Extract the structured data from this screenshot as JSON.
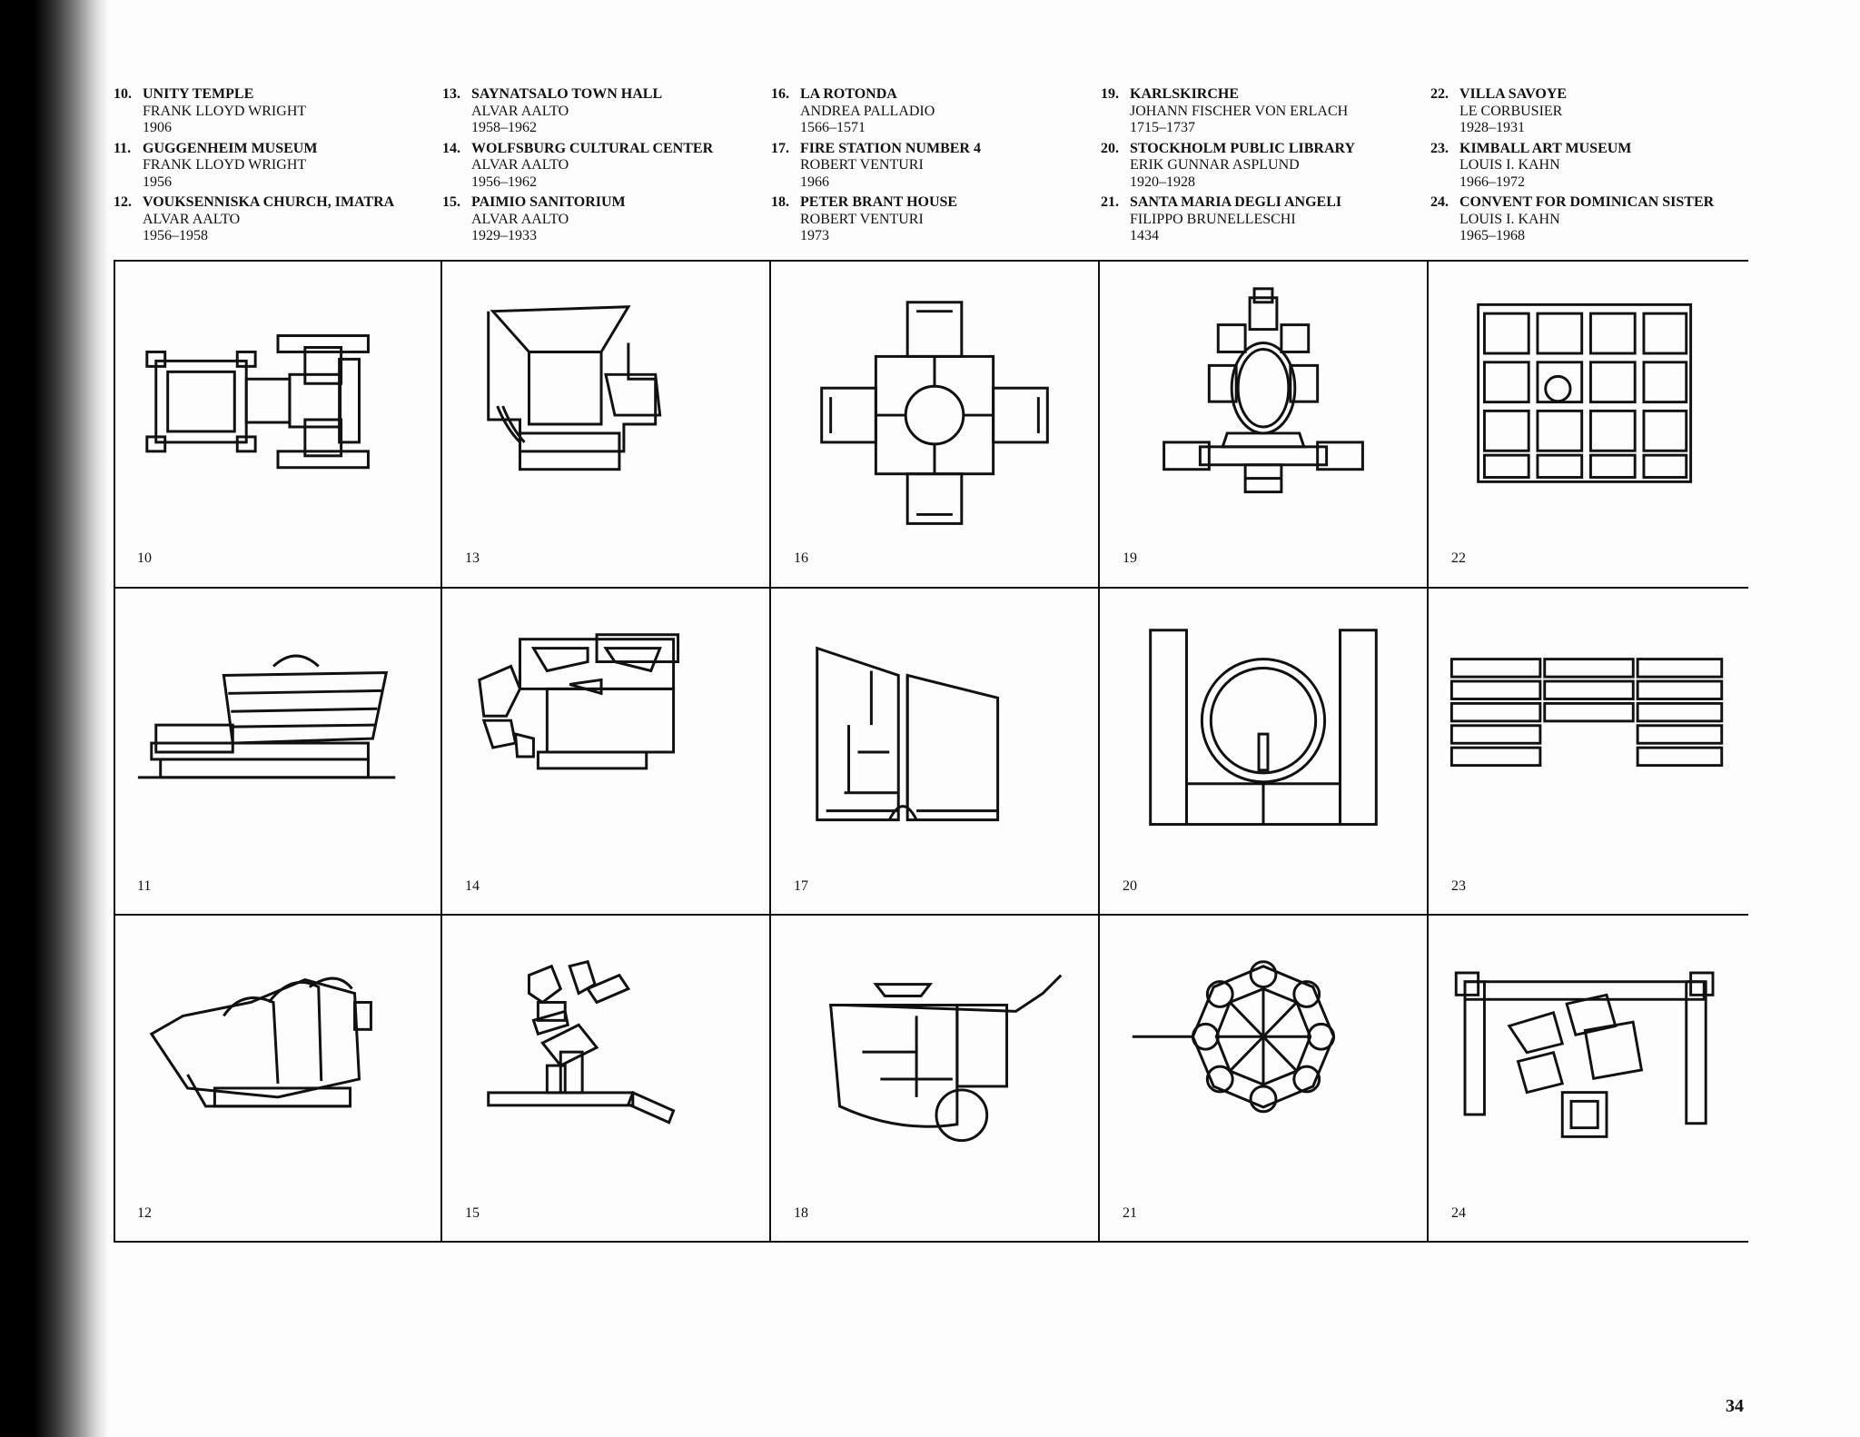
{
  "captions": [
    {
      "num": "10.",
      "title": "UNITY TEMPLE",
      "architect": "FRANK LLOYD WRIGHT",
      "date": "1906"
    },
    {
      "num": "11.",
      "title": "GUGGENHEIM MUSEUM",
      "architect": "FRANK LLOYD WRIGHT",
      "date": "1956"
    },
    {
      "num": "12.",
      "title": "VOUKSENNISKA CHURCH, IMATRA",
      "architect": "ALVAR AALTO",
      "date": "1956–1958"
    },
    {
      "num": "13.",
      "title": "SAYNATSALO TOWN HALL",
      "architect": "ALVAR AALTO",
      "date": "1958–1962"
    },
    {
      "num": "14.",
      "title": "WOLFSBURG CULTURAL CENTER",
      "architect": "ALVAR AALTO",
      "date": "1956–1962"
    },
    {
      "num": "15.",
      "title": "PAIMIO SANITORIUM",
      "architect": "ALVAR AALTO",
      "date": "1929–1933"
    },
    {
      "num": "16.",
      "title": "LA ROTONDA",
      "architect": "ANDREA PALLADIO",
      "date": "1566–1571"
    },
    {
      "num": "17.",
      "title": "FIRE STATION NUMBER 4",
      "architect": "ROBERT VENTURI",
      "date": "1966"
    },
    {
      "num": "18.",
      "title": "PETER BRANT HOUSE",
      "architect": "ROBERT VENTURI",
      "date": "1973"
    },
    {
      "num": "19.",
      "title": "KARLSKIRCHE",
      "architect": "JOHANN FISCHER VON ERLACH",
      "date": "1715–1737"
    },
    {
      "num": "20.",
      "title": "STOCKHOLM PUBLIC LIBRARY",
      "architect": "ERIK GUNNAR ASPLUND",
      "date": "1920–1928"
    },
    {
      "num": "21.",
      "title": "SANTA MARIA DEGLI ANGELI",
      "architect": "FILIPPO BRUNELLESCHI",
      "date": "1434"
    },
    {
      "num": "22.",
      "title": "VILLA SAVOYE",
      "architect": "LE CORBUSIER",
      "date": "1928–1931"
    },
    {
      "num": "23.",
      "title": "KIMBALL ART MUSEUM",
      "architect": "LOUIS I. KAHN",
      "date": "1966–1972"
    },
    {
      "num": "24.",
      "title": "CONVENT FOR DOMINICAN SISTER",
      "architect": "LOUIS I. KAHN",
      "date": "1965–1968"
    }
  ],
  "cells": [
    {
      "label": "10",
      "plan": "unity-temple"
    },
    {
      "label": "11",
      "plan": "guggenheim"
    },
    {
      "label": "12",
      "plan": "vouksenniska"
    },
    {
      "label": "13",
      "plan": "saynatsalo"
    },
    {
      "label": "14",
      "plan": "wolfsburg"
    },
    {
      "label": "15",
      "plan": "paimio"
    },
    {
      "label": "16",
      "plan": "rotonda"
    },
    {
      "label": "17",
      "plan": "fire-station"
    },
    {
      "label": "18",
      "plan": "brant-house"
    },
    {
      "label": "19",
      "plan": "karlskirche"
    },
    {
      "label": "20",
      "plan": "stockholm-library"
    },
    {
      "label": "21",
      "plan": "santa-maria"
    },
    {
      "label": "22",
      "plan": "villa-savoye"
    },
    {
      "label": "23",
      "plan": "kimball"
    },
    {
      "label": "24",
      "plan": "dominican-convent"
    }
  ],
  "page_number": "34"
}
